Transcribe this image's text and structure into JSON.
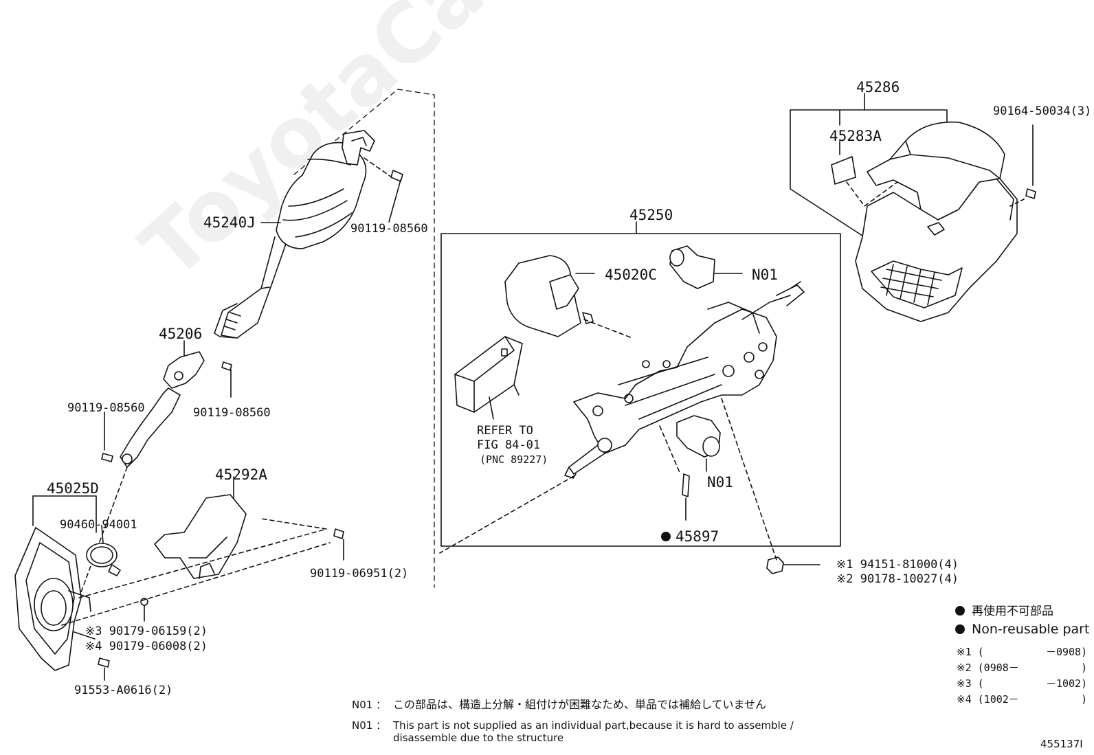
{
  "parts": {
    "p45240J": "45240J",
    "p90119_08560_a": "90119-08560",
    "p45206": "45206",
    "p90119_08560_b": "90119-08560",
    "p90119_08560_c": "90119-08560",
    "p45025D": "45025D",
    "p90460_94001": "90460-94001",
    "p45292A": "45292A",
    "p90119_06951": "90119-06951(2)",
    "p90179_06159": "※3 90179-06159(2)",
    "p90179_06008": "※4 90179-06008(2)",
    "p91553_A0616": "91553-A0616(2)",
    "p45250": "45250",
    "p45020C": "45020C",
    "pN01_top": "N01",
    "pN01_bottom": "N01",
    "p45897": "45897",
    "p94151_81000": "※1 94151-81000(4)",
    "p90178_10027": "※2 90178-10027(4)",
    "p45286": "45286",
    "p45283A": "45283A",
    "p90164_50034": "90164-50034(3)",
    "refer_line1": "REFER TO",
    "refer_line2": "FIG 84-01",
    "refer_line3": "(PNC 89227)"
  },
  "legend": {
    "nonreusable_jp": "再使用不可部品",
    "nonreusable_en": "Non-reusable part",
    "ranges": [
      "※1 (          －0908)",
      "※2 (0908－          )",
      "※3 (          －1002)",
      "※4 (1002－          )"
    ]
  },
  "notes": {
    "n01_label": "N01 ：",
    "n01_jp": "この部品は、構造上分解・組付けが困難なため、単品では補給していません",
    "n01_en_line1": "This part is not supplied as an individual part,because it is hard to assemble /",
    "n01_en_line2": "disassemble due to the structure"
  },
  "figure_id": "455137I",
  "watermark": "ToyotaCarMine.ru"
}
